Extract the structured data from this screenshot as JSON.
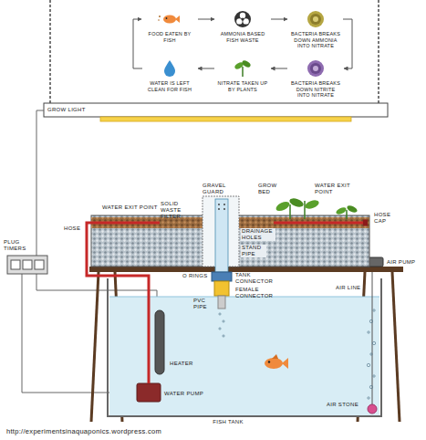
{
  "diagram": {
    "nodes": [
      {
        "text": [
          "FOOD EATEN BY FISH"
        ]
      },
      {
        "text": [
          "AMMONIA BASED FISH WASTE"
        ]
      },
      {
        "text": [
          "BACTERIA BREAKS DOWN AMMONIA INTO NITRATE"
        ]
      },
      {
        "text": [
          "WATER IS LEFT CLEAN FOR FISH"
        ]
      },
      {
        "text": [
          "NITRATE TAKEN UP BY PLANTS"
        ]
      },
      {
        "text": [
          "BACTERIA BREAKS DOWN NITRITE INTO NITRATE"
        ]
      }
    ],
    "edges": [
      {
        "from": 0,
        "to": 1,
        "arrow": "to"
      },
      {
        "from": 1,
        "to": 2,
        "arrow": "to"
      },
      {
        "from": 2,
        "to": 5,
        "arrow": "to"
      },
      {
        "from": 5,
        "to": 4,
        "arrow": "to"
      },
      {
        "from": 4,
        "to": 3,
        "arrow": "to"
      },
      {
        "from": 3,
        "to": 0,
        "arrow": "to"
      }
    ],
    "labels": [
      "GROW LIGHT",
      "GRAVEL GUARD",
      "WATER EXIT POINT",
      "SOLID WASTE FILTER",
      "DRAINAGE HOLES",
      "STAND PIPE",
      "GROW BED",
      "WATER EXIT POINT",
      "HOSE CAP",
      "HOSE",
      "PLUG TIMERS",
      "O RINGS",
      "TANK CONNECTOR",
      "FEMALE CONNECTOR",
      "PVC PIPE",
      "AIR PUMP",
      "AIR LINE",
      "HEATER",
      "WATER PUMP",
      "AIR STONE",
      "FISH TANK",
      "http://experimentsinaquaponics.wordpress.com"
    ]
  }
}
